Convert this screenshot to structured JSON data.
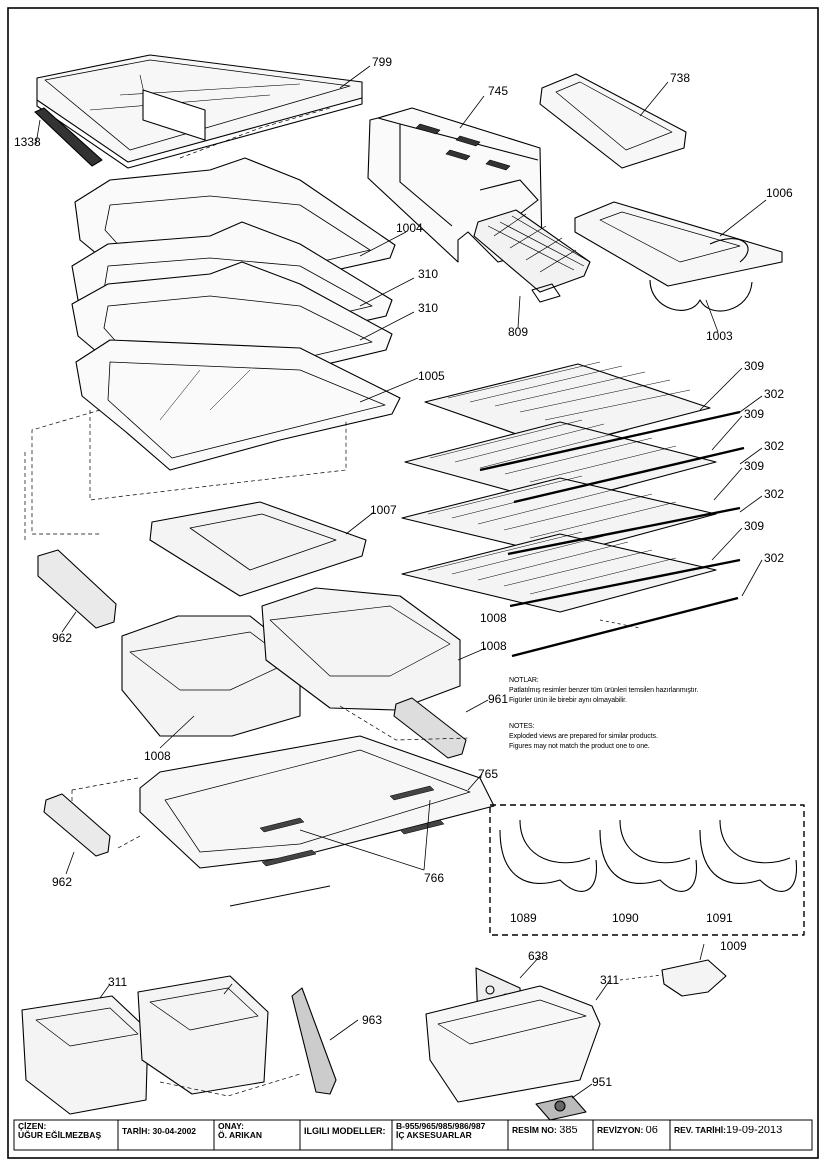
{
  "callouts": {
    "c799": "799",
    "c1338": "1338",
    "c745": "745",
    "c738": "738",
    "c1006": "1006",
    "c1004": "1004",
    "c310a": "310",
    "c310b": "310",
    "c809": "809",
    "c1003": "1003",
    "c1005": "1005",
    "c309a": "309",
    "c309b": "309",
    "c302a": "302",
    "c309c": "309",
    "c302b": "302",
    "c302c": "302",
    "c309d": "309",
    "c302d": "302",
    "c1007": "1007",
    "c962a": "962",
    "c1008a": "1008",
    "c1008b": "1008",
    "c961": "961",
    "c1008c": "1008",
    "c765": "765",
    "c962b": "962",
    "c766": "766",
    "c1089": "1089",
    "c1090": "1090",
    "c1091": "1091",
    "c1009": "1009",
    "c638": "638",
    "c311a": "311",
    "c311b": "311",
    "c963": "963",
    "c951": "951"
  },
  "notes": {
    "tr_title": "NOTLAR:",
    "tr_line1": "Patlatılmış resimler benzer tüm ürünleri temsilen hazırlanmıştır.",
    "tr_line2": "Figürler ürün ile birebir aynı olmayabilir.",
    "en_title": "NOTES:",
    "en_line1": "Exploded views are prepared for similar products.",
    "en_line2": "Figures may not match the product one to one."
  },
  "title_block": {
    "cizen_label": "ÇİZEN:",
    "cizen_value": "UĞUR EĞİLMEZBAŞ",
    "tarih_label": "TARİH:",
    "tarih_value": "30-04-2002",
    "onay_label": "ONAY:",
    "onay_value": "Ö. ARIKAN",
    "modeller_label": "İLGİLİ MODELLER:",
    "modeller_value": "B-955/965/985/986/987",
    "modeller_sub": "İÇ AKSESUARLAR",
    "resim_label": "RESİM NO:",
    "resim_value": "385",
    "revizyon_label": "REVİZYON:",
    "revizyon_value": "06",
    "rev_tarih_label": "REV. TARİHİ:",
    "rev_tarih_value": "19-09-2013"
  }
}
